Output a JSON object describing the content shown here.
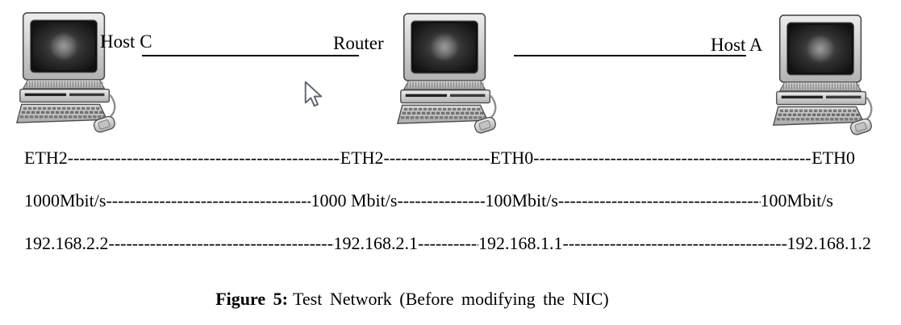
{
  "figure": {
    "caption_label": "Figure 5:",
    "caption_text": "Test Network (Before modifying the NIC)"
  },
  "nodes": [
    {
      "id": "host-c",
      "label": "Host C"
    },
    {
      "id": "router",
      "label": "Router"
    },
    {
      "id": "host-a",
      "label": "Host A"
    }
  ],
  "rows": {
    "interfaces": [
      "ETH2",
      "ETH2",
      "ETH0",
      "ETH0"
    ],
    "speeds": [
      "1000Mbit/s",
      "1000 Mbit/s",
      "100Mbit/s",
      "100Mbit/s"
    ],
    "ip_addresses": [
      "192.168.2.2",
      "192.168.2.1",
      "192.168.1.1",
      "192.168.1.2"
    ]
  },
  "connector_char": "-",
  "colors": {
    "text": "#000000",
    "line": "#000000",
    "background": "#ffffff"
  },
  "icons": {
    "computer": "desktop-computer-icon",
    "cursor": "arrow-pointer-icon"
  }
}
